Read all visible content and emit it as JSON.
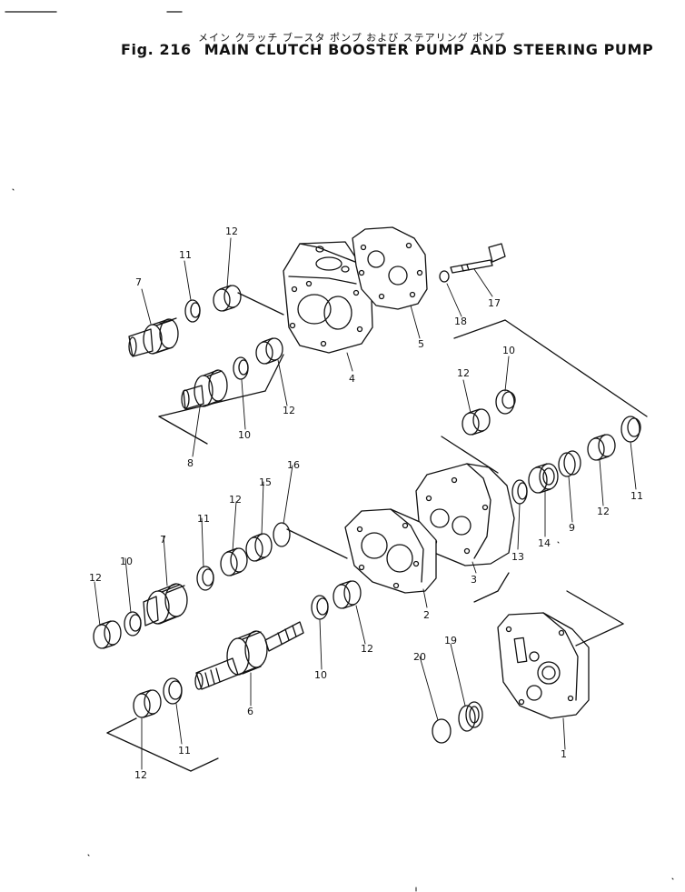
{
  "header": {
    "japanese_title": "メイン クラッチ ブースタ ポンプ および ステアリング ポンプ",
    "figure_number": "Fig. 216",
    "title": "MAIN CLUTCH BOOSTER PUMP AND STEERING PUMP"
  },
  "callouts": {
    "c1": "1",
    "c2": "2",
    "c3": "3",
    "c4": "4",
    "c5": "5",
    "c6": "6",
    "c7a": "7",
    "c7b": "7",
    "c8": "8",
    "c9": "9",
    "c10a": "10",
    "c10b": "10",
    "c10c": "10",
    "c10d": "10",
    "c11a": "11",
    "c11b": "11",
    "c11c": "11",
    "c11d": "11",
    "c12a": "12",
    "c12b": "12",
    "c12c": "12",
    "c12d": "12",
    "c12e": "12",
    "c12f": "12",
    "c12g": "12",
    "c13": "13",
    "c14": "14",
    "c15": "15",
    "c16": "16",
    "c17": "17",
    "c18": "18",
    "c19": "19",
    "c20": "20"
  }
}
